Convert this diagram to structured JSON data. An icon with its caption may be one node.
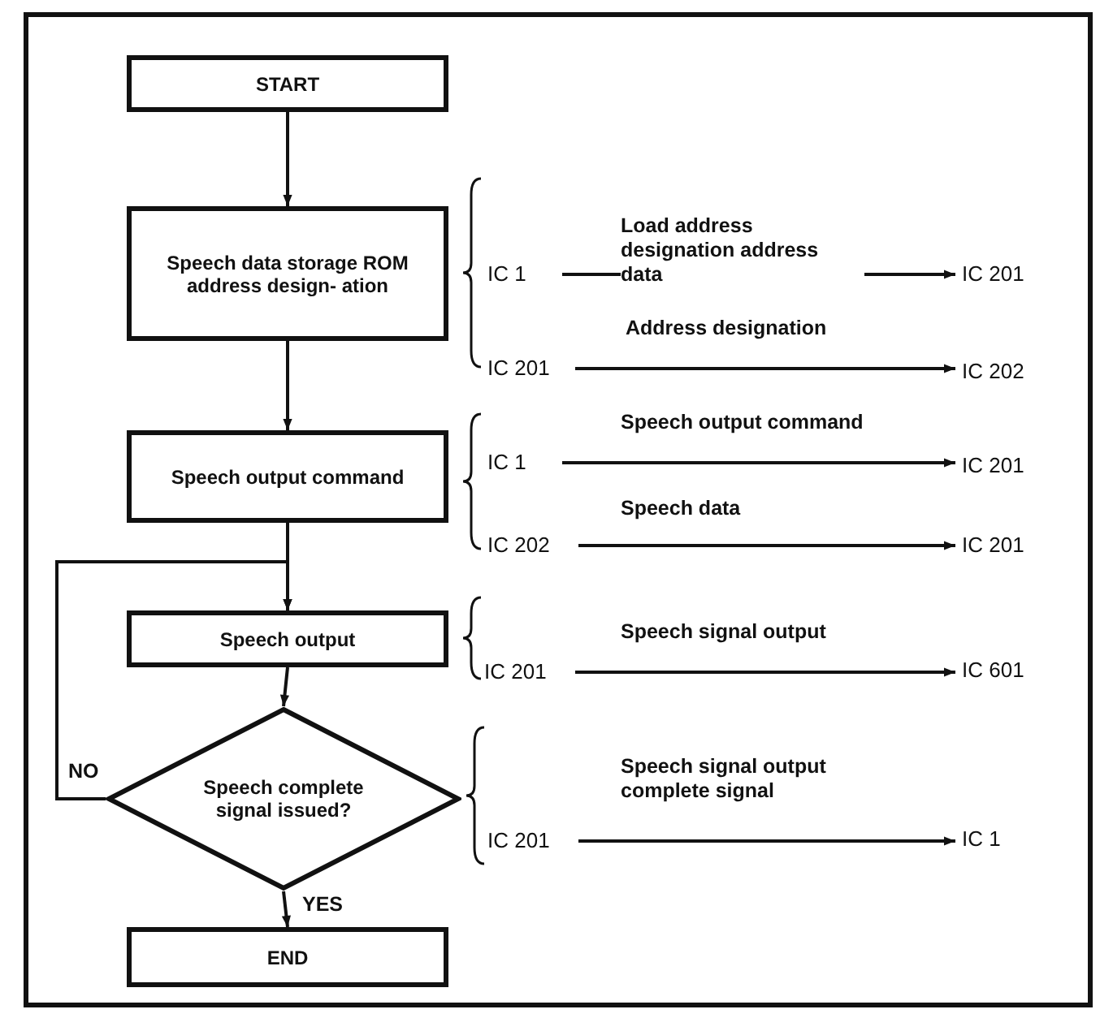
{
  "diagram": {
    "nodes": [
      {
        "text": [
          "START"
        ]
      },
      {
        "text": [
          "Speech data storage ROM address design- ation"
        ]
      },
      {
        "text": [
          "Speech output command"
        ]
      },
      {
        "text": [
          "Speech output"
        ]
      },
      {
        "text": [
          "Speech complete signal issued?"
        ]
      },
      {
        "text": [
          "END"
        ]
      },
      {
        "text": [
          "IC 1"
        ]
      },
      {
        "text": [
          "IC 201"
        ]
      },
      {
        "text": [
          "IC 201"
        ]
      },
      {
        "text": [
          "IC 202"
        ]
      },
      {
        "text": [
          "IC 1"
        ]
      },
      {
        "text": [
          "IC 201"
        ]
      },
      {
        "text": [
          "IC 202"
        ]
      },
      {
        "text": [
          "IC 201"
        ]
      },
      {
        "text": [
          "IC 201"
        ]
      },
      {
        "text": [
          "IC 601"
        ]
      },
      {
        "text": [
          "IC 201"
        ]
      },
      {
        "text": [
          "IC 1"
        ]
      }
    ],
    "edges": [
      {
        "from": 0,
        "to": 1,
        "arrow": "to"
      },
      {
        "from": 1,
        "to": 2,
        "arrow": "to"
      },
      {
        "from": 2,
        "to": 3,
        "arrow": "to"
      },
      {
        "from": 3,
        "to": 4,
        "arrow": "to"
      },
      {
        "from": 4,
        "to": 3,
        "arrow": "to",
        "label": "NO"
      },
      {
        "from": 4,
        "to": 5,
        "arrow": "to",
        "label": "YES"
      },
      {
        "from": 6,
        "to": 7,
        "arrow": "to",
        "label": "Load address designation address data"
      },
      {
        "from": 8,
        "to": 9,
        "arrow": "to",
        "label": "Address designation"
      },
      {
        "from": 10,
        "to": 11,
        "arrow": "to",
        "label": "Speech output command"
      },
      {
        "from": 12,
        "to": 13,
        "arrow": "to",
        "label": "Speech data"
      },
      {
        "from": 14,
        "to": 15,
        "arrow": "to",
        "label": "Speech signal output"
      },
      {
        "from": 16,
        "to": 17,
        "arrow": "to",
        "label": "Speech signal output complete signal"
      }
    ]
  }
}
